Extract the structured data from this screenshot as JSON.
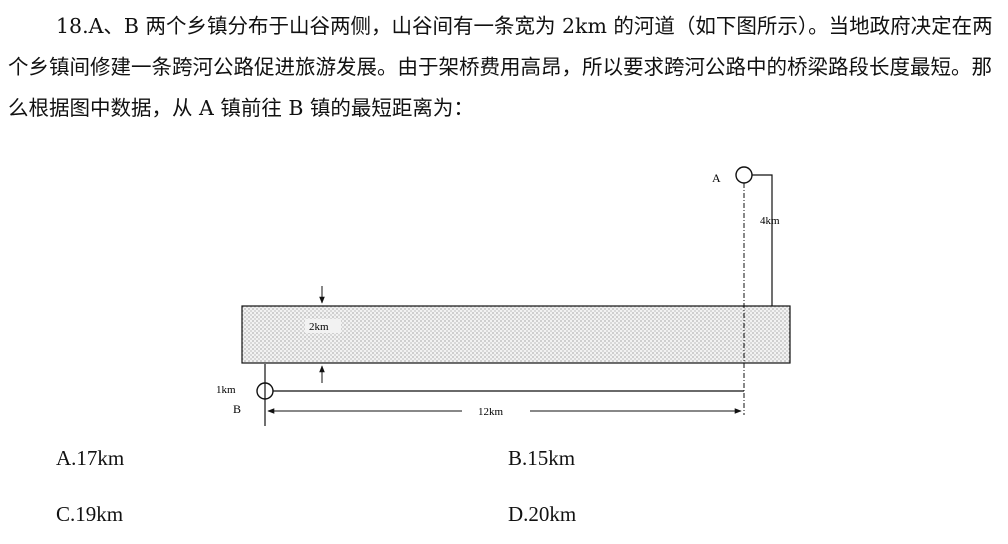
{
  "question": {
    "text": "18.A、B 两个乡镇分布于山谷两侧，山谷间有一条宽为 2km 的河道（如下图所示）。当地政府决定在两个乡镇间修建一条跨河公路促进旅游发展。由于架桥费用高昂，所以要求跨河公路中的桥梁路段长度最短。那么根据图中数据，从 A 镇前往 B 镇的最短距离为："
  },
  "diagram": {
    "label_a": "A",
    "label_b": "B",
    "label_a_dist": "4km",
    "label_river_width": "2km",
    "label_b_dist": "1km",
    "label_horizontal": "12km"
  },
  "options": [
    {
      "text": "A.17km"
    },
    {
      "text": "B.15km"
    },
    {
      "text": "C.19km"
    },
    {
      "text": "D.20km"
    }
  ]
}
